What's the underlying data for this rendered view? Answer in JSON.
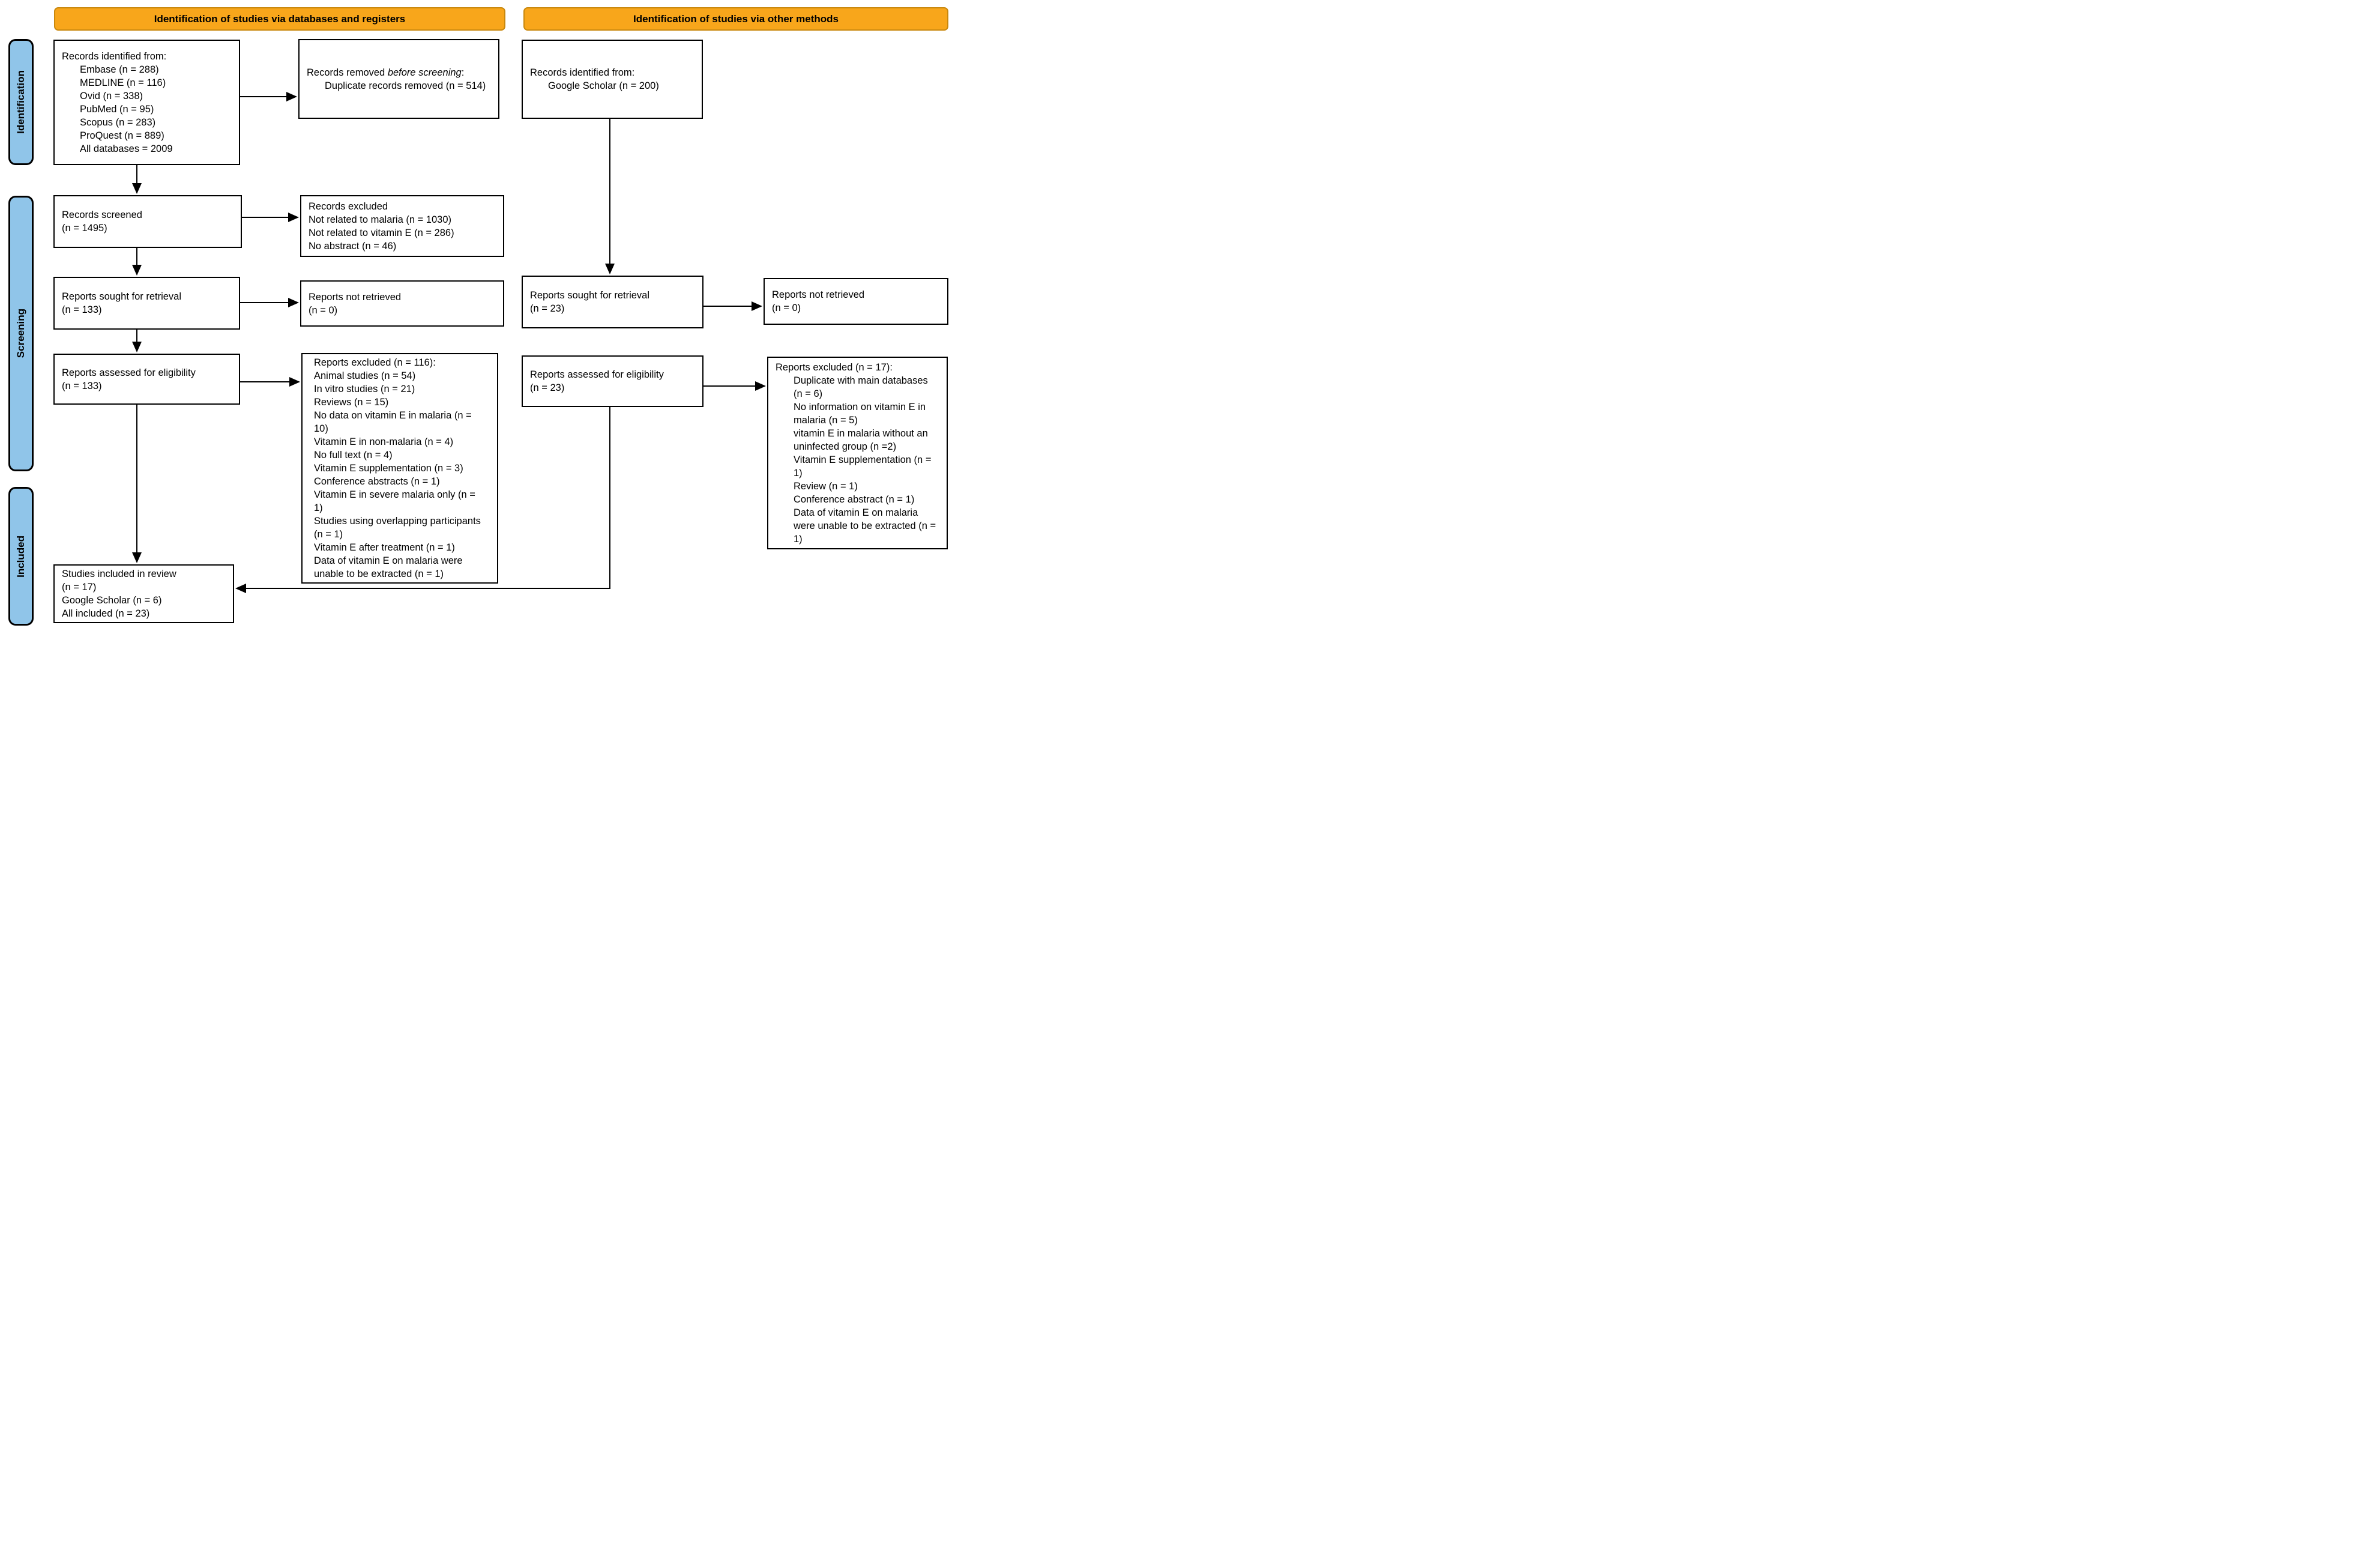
{
  "banners": {
    "left": "Identification of studies via databases and registers",
    "right": "Identification of studies via other methods"
  },
  "sidebar": {
    "identification": "Identification",
    "screening": "Screening",
    "included": "Included"
  },
  "boxes": {
    "db_identified": {
      "title": "Records identified from:",
      "items": [
        "Embase (n = 288)",
        "MEDLINE (n = 116)",
        "Ovid (n = 338)",
        "PubMed (n = 95)",
        "Scopus (n = 283)",
        "ProQuest (n = 889)",
        "All databases = 2009"
      ]
    },
    "removed_before_screening": {
      "title_prefix": "Records removed ",
      "title_italic": "before screening",
      "title_suffix": ":",
      "items": [
        "Duplicate records removed (n = 514)"
      ]
    },
    "other_identified": {
      "title": "Records identified from:",
      "items": [
        "Google Scholar (n = 200)"
      ]
    },
    "records_screened": {
      "lines": [
        "Records screened",
        "(n = 1495)"
      ]
    },
    "records_excluded": {
      "lines": [
        "Records excluded",
        "Not related to malaria (n = 1030)",
        "Not related to vitamin E (n = 286)",
        "No abstract (n = 46)"
      ]
    },
    "reports_sought_db": {
      "lines": [
        "Reports sought for retrieval",
        "(n = 133)"
      ]
    },
    "reports_not_retrieved_db": {
      "lines": [
        "Reports not retrieved",
        "(n = 0)"
      ]
    },
    "reports_sought_other": {
      "lines": [
        "Reports sought for retrieval",
        "(n = 23)"
      ]
    },
    "reports_not_retrieved_other": {
      "lines": [
        "Reports not retrieved",
        "(n = 0)"
      ]
    },
    "assessed_db": {
      "lines": [
        "Reports assessed for eligibility",
        "(n = 133)"
      ]
    },
    "excluded_db": {
      "lines": [
        "Reports excluded (n = 116):",
        "Animal studies (n = 54)",
        "In vitro studies (n = 21)",
        "Reviews (n = 15)",
        "No data on vitamin E in malaria (n = 10)",
        "Vitamin E in non-malaria (n = 4)",
        "No full text (n = 4)",
        "Vitamin E supplementation (n = 3)",
        "Conference abstracts (n = 1)",
        "Vitamin E in severe malaria only (n = 1)",
        "Studies using overlapping participants (n = 1)",
        "Vitamin E after treatment (n = 1)",
        "Data of vitamin E on malaria were unable to be extracted (n = 1)"
      ]
    },
    "assessed_other": {
      "lines": [
        "Reports assessed for eligibility",
        "(n = 23)"
      ]
    },
    "excluded_other": {
      "title": "Reports excluded (n = 17):",
      "items": [
        "Duplicate with main databases (n = 6)",
        "No information on vitamin E in malaria (n = 5)",
        "vitamin E in malaria without an uninfected group (n =2)",
        "Vitamin E supplementation (n = 1)",
        "Review (n = 1)",
        "Conference abstract (n = 1)",
        "Data of vitamin E on malaria were unable to be extracted (n = 1)"
      ]
    },
    "included_studies": {
      "lines": [
        "Studies included in review",
        "(n = 17)",
        "Google Scholar (n = 6)",
        "All included (n = 23)"
      ]
    }
  },
  "colors": {
    "banner": "#F8A61B",
    "banner_border": "#C9880E",
    "sidebar": "#90C5E9",
    "box_border": "#000000",
    "arrow": "#000000"
  }
}
